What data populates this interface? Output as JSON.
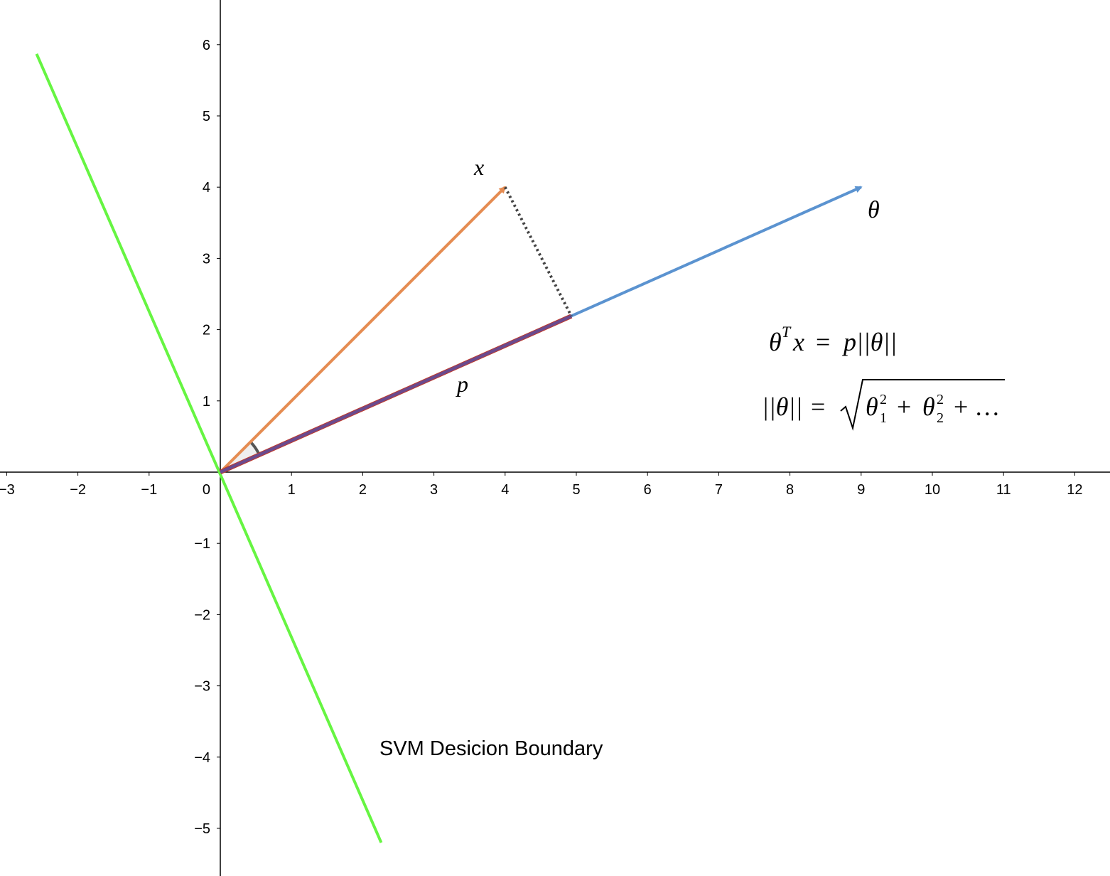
{
  "axes": {
    "x_ticks": [
      "−3",
      "−2",
      "−1",
      "0",
      "1",
      "2",
      "3",
      "4",
      "5",
      "6",
      "7",
      "8",
      "9",
      "10",
      "11",
      "12"
    ],
    "y_ticks": [
      "6",
      "5",
      "4",
      "3",
      "2",
      "1",
      "−1",
      "−2",
      "−3",
      "−4",
      "−5"
    ],
    "x_range": [
      -3.1,
      12.5
    ],
    "y_range": [
      -5.67,
      6.65
    ]
  },
  "vectors": {
    "theta": {
      "label": "θ",
      "tip": [
        9,
        4
      ],
      "color": "#5b93d0"
    },
    "x": {
      "label": "x",
      "tip": [
        4,
        4
      ],
      "color": "#e58c52"
    },
    "projection": {
      "label": "p",
      "tip": [
        4.93,
        2.19
      ],
      "color": "#6a4a8e",
      "edge_color": "#c0392b"
    }
  },
  "perpendicular": {
    "from": [
      4,
      4
    ],
    "to": [
      4.93,
      2.19
    ],
    "color": "#444444"
  },
  "decision_boundary": {
    "from": [
      -2.58,
      5.87
    ],
    "to": [
      2.26,
      -5.2
    ],
    "color": "#66f542"
  },
  "equations": {
    "eq1": {
      "lhs_base": "θ",
      "lhs_sup": "T",
      "lhs_var": "x",
      "eq": "=",
      "rhs": "p||θ||"
    },
    "eq2": {
      "lhs": "||θ||",
      "eq": "=",
      "t1_base": "θ",
      "t1_sub": "1",
      "t1_sup": "2",
      "plus": "+",
      "t2_base": "θ",
      "t2_sub": "2",
      "t2_sup": "2",
      "tail": "+ …"
    }
  },
  "caption": "SVM Desicion Boundary"
}
